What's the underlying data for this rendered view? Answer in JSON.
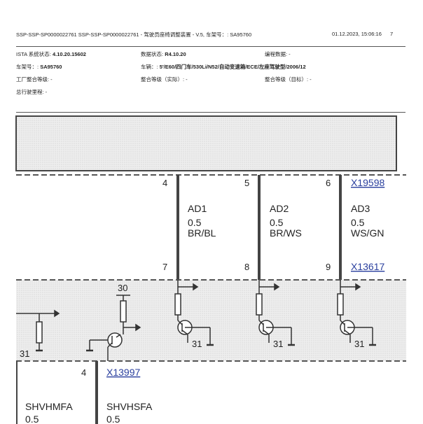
{
  "header": {
    "title": "SSP-SSP-SP0000022761 SSP-SSP-SP0000022761 - 驾驶员座椅调整装置 - V.5, 车架号：: SA95760",
    "timestamp": "01.12.2023, 15:06:16",
    "page": "7"
  },
  "info": {
    "ista_label": "ISTA 系统状态:",
    "ista_value": "4.10.20.15602",
    "data_label": "数据状态:",
    "data_value": "R4.10.20",
    "coding_label": "编程数据: -",
    "vin_label": "车架号：:",
    "vin_value": "SA95760",
    "vehicle_label": "车辆：:",
    "vehicle_value": "5'/E60/四门车/530Li/N52/自动变速箱/ECE/左座驾驶型/2006/12",
    "factory_level": "工厂整合等级: -",
    "actual_level": "整合等级（实际）: -",
    "target_level": "整合等级（目标）: -",
    "mileage": "总行驶里程: -"
  },
  "diagram": {
    "wires": [
      {
        "pin_top": "4",
        "name": "AD1",
        "size": "0.5",
        "color": "BR/BL",
        "pin_bottom": "7"
      },
      {
        "pin_top": "5",
        "name": "AD2",
        "size": "0.5",
        "color": "BR/WS",
        "pin_bottom": "8"
      },
      {
        "pin_top": "6",
        "name": "AD3",
        "size": "0.5",
        "color": "WS/GN",
        "pin_bottom": "9"
      }
    ],
    "connector_top": "X19598",
    "connector_bottom": "X13617",
    "connector_lower": "X13997",
    "supply_30": "30",
    "grounds": [
      "31",
      "31",
      "31",
      "31"
    ],
    "lower_pin": "4",
    "lower_left": {
      "name": "SHVHMFA",
      "size": "0.5"
    },
    "lower_right": {
      "name": "SHVHSFA",
      "size": "0.5"
    }
  }
}
